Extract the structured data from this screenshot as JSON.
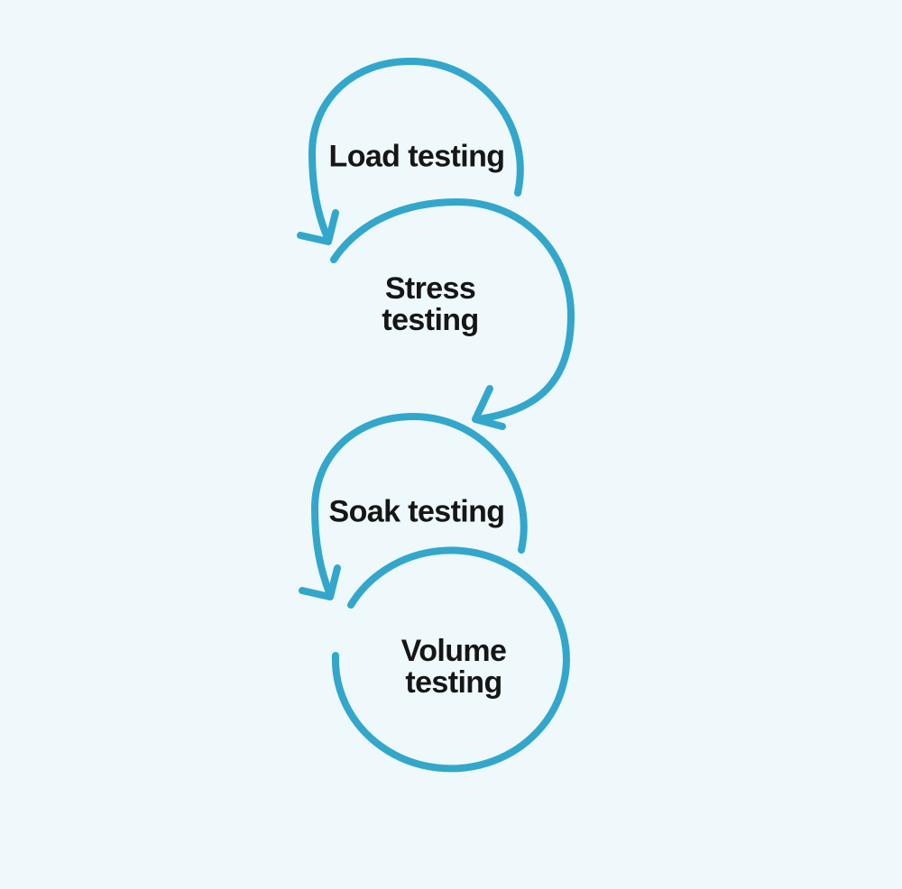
{
  "colors": {
    "background": "#eff8fa",
    "stroke": "#32a7cb",
    "text": "#161616"
  },
  "diagram": {
    "type": "cyclic-flow",
    "steps": [
      {
        "id": "load-testing",
        "lines": [
          "Load testing"
        ]
      },
      {
        "id": "stress-testing",
        "lines": [
          "Stress",
          "testing"
        ]
      },
      {
        "id": "soak-testing",
        "lines": [
          "Soak testing"
        ]
      },
      {
        "id": "volume-testing",
        "lines": [
          "Volume",
          "testing"
        ]
      }
    ]
  }
}
